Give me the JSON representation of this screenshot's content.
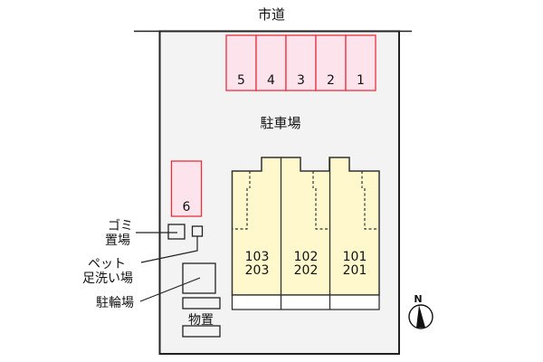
{
  "road": {
    "label": "市道"
  },
  "parking": {
    "label": "駐車場",
    "spaces": [
      "5",
      "4",
      "3",
      "2",
      "1"
    ],
    "extra_space": "6",
    "space_color": "#fde4ec",
    "space_border": "#e8303c"
  },
  "building": {
    "color": "#fff8cc",
    "units": [
      {
        "lower": "103",
        "upper": "203"
      },
      {
        "lower": "102",
        "upper": "202"
      },
      {
        "lower": "101",
        "upper": "201"
      }
    ]
  },
  "facilities": {
    "garbage": {
      "line1": "ゴミ",
      "line2": "置場"
    },
    "pet_wash": {
      "line1": "ペット",
      "line2": "足洗い場"
    },
    "bicycle": {
      "label": "駐輪場"
    },
    "storage": {
      "label": "物置"
    }
  },
  "compass": {
    "label": "N"
  },
  "lot_color": "#f3f3f3"
}
